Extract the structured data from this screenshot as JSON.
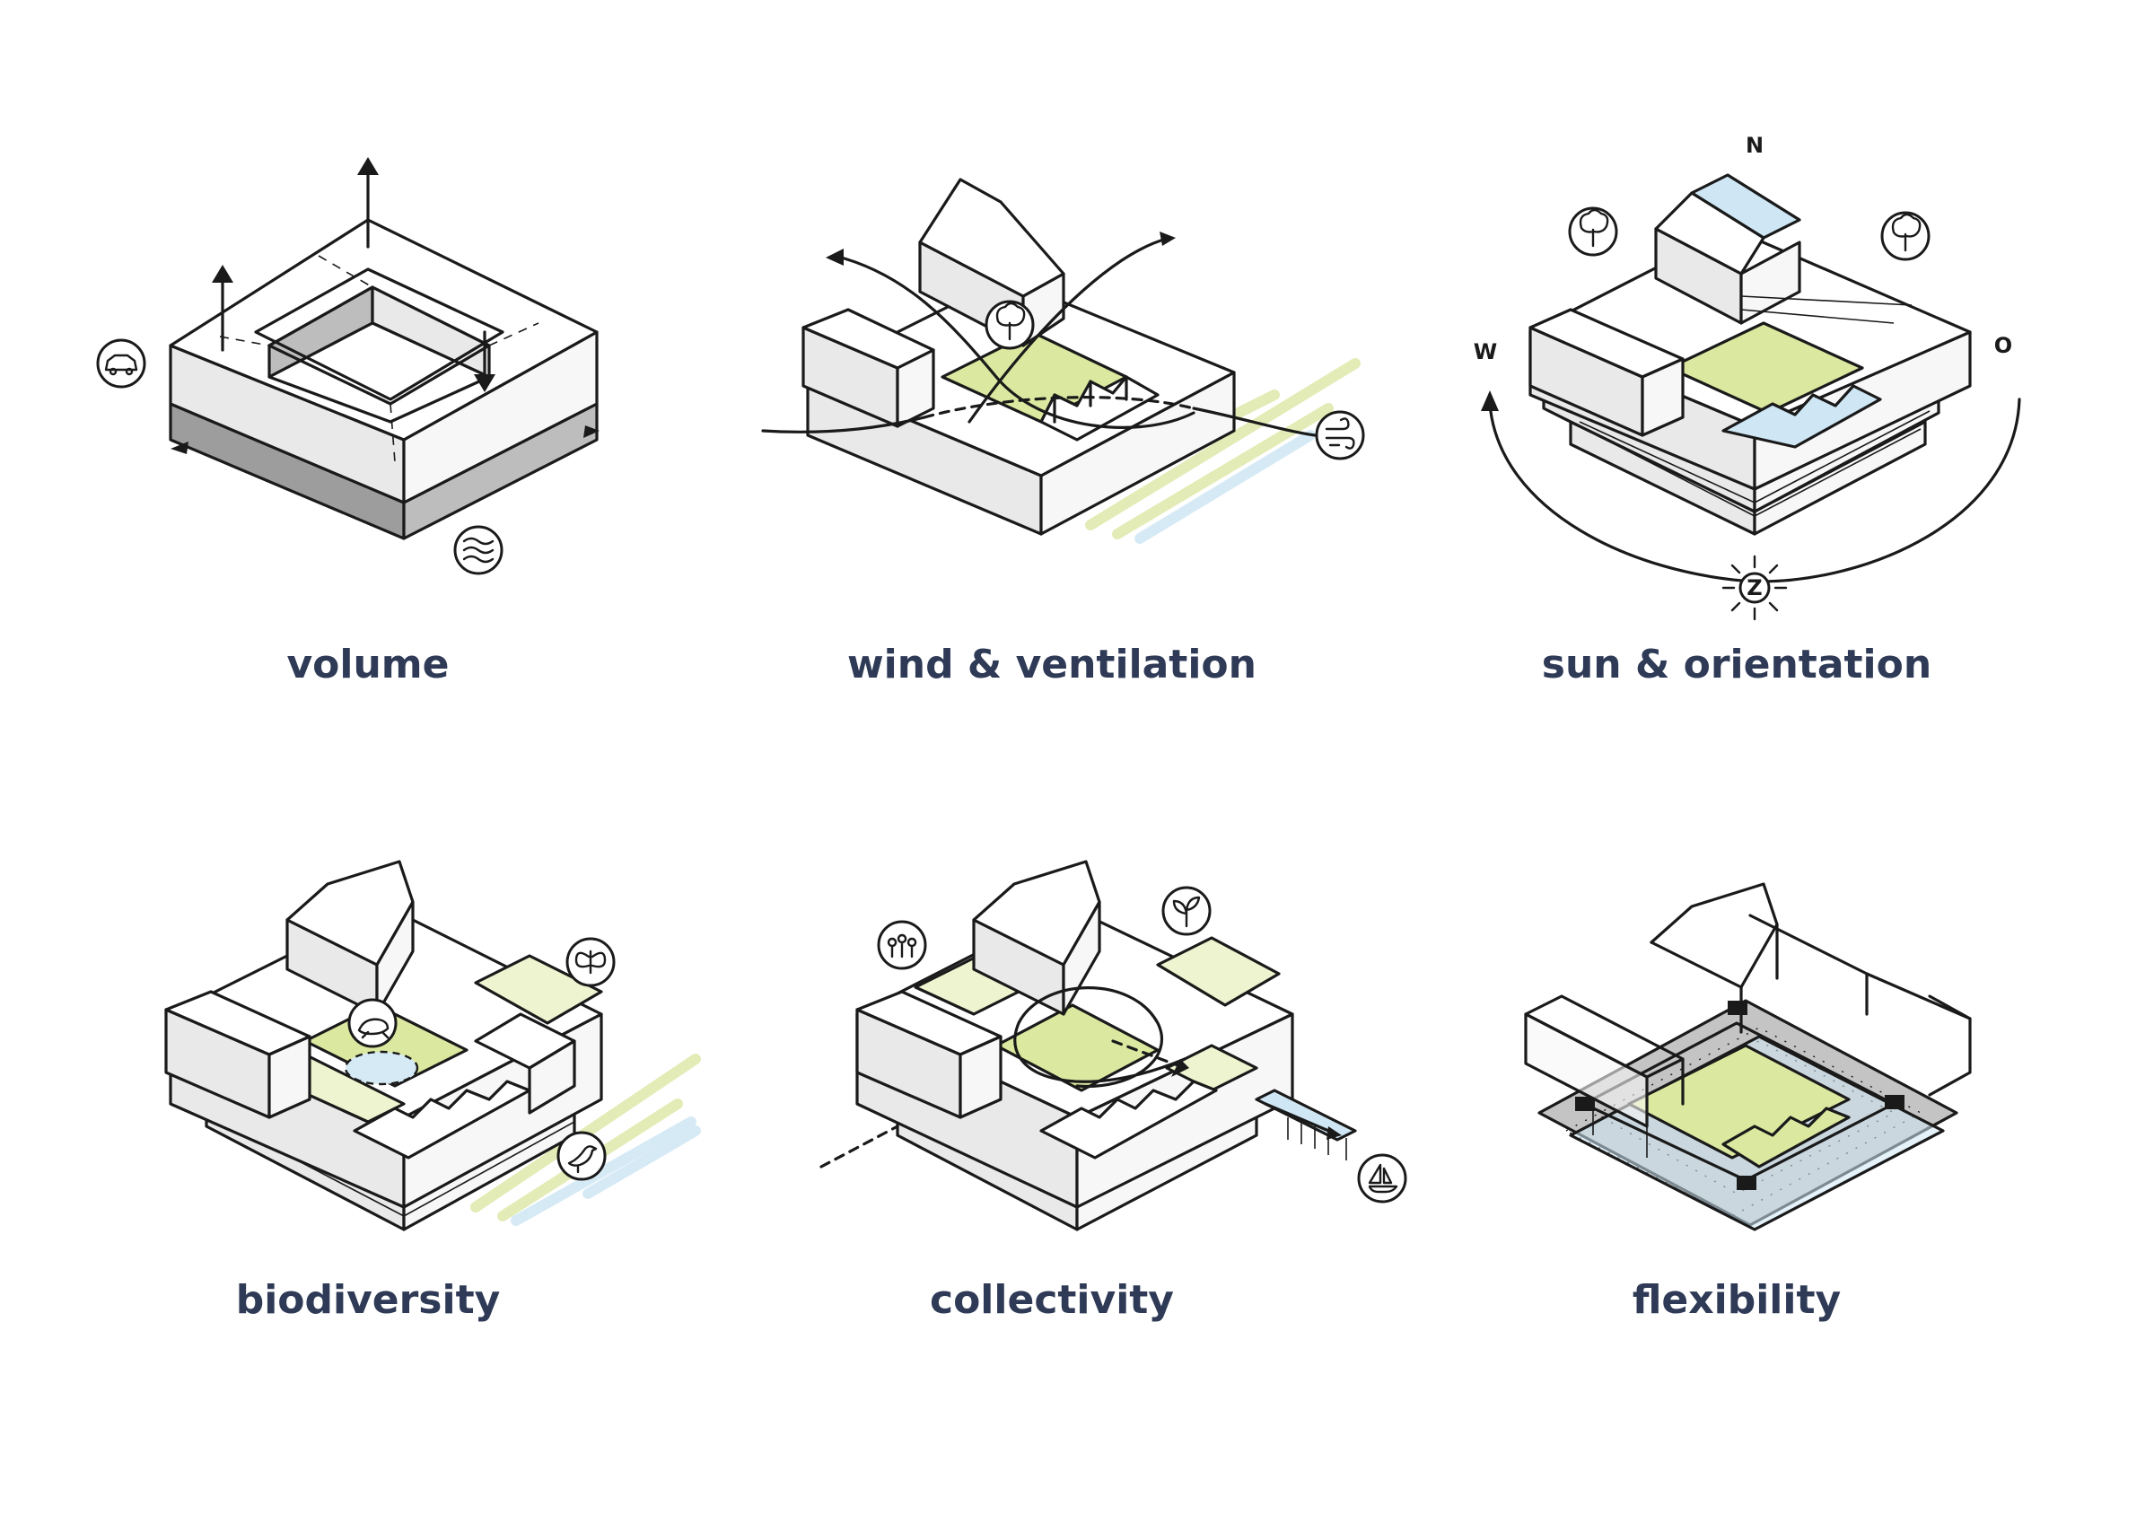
{
  "panels": [
    {
      "label": "volume"
    },
    {
      "label": "wind & ventilation"
    },
    {
      "label": "sun & orientation",
      "compass": {
        "north": "N",
        "west": "W",
        "east": "O",
        "south": "Z"
      }
    },
    {
      "label": "biodiversity"
    },
    {
      "label": "collectivity"
    },
    {
      "label": "flexibility"
    }
  ],
  "icons": [
    "car-icon",
    "water-waves-icon",
    "tree-icon",
    "wind-icon",
    "butterfly-icon",
    "frog-icon",
    "bird-icon",
    "people-icon",
    "plant-icon",
    "sailboat-icon"
  ],
  "colors": {
    "label": "#2e3a56",
    "green": "#dbe8a0",
    "blue": "#cfe7f5",
    "line": "#1a1a1a"
  }
}
